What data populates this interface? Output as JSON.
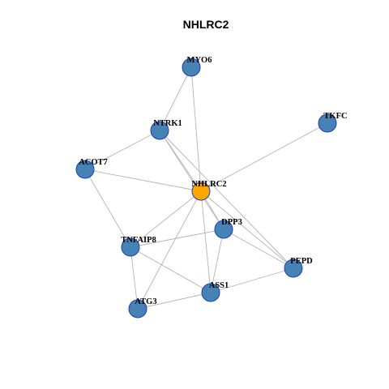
{
  "title": "NHLRC2",
  "colors": {
    "center_node": "#FFA500",
    "neighbor_node": "#4682B4",
    "node_border": "#1A3FB8",
    "edge": "#B4B4B4"
  },
  "nodes": [
    {
      "id": "MYO6",
      "label": "MYO6",
      "role": "neighbor"
    },
    {
      "id": "TKFC",
      "label": "TKFC",
      "role": "neighbor"
    },
    {
      "id": "NTRK1",
      "label": "NTRK1",
      "role": "neighbor"
    },
    {
      "id": "ACOT7",
      "label": "ACOT7",
      "role": "neighbor"
    },
    {
      "id": "NHLRC2",
      "label": "NHLRC2",
      "role": "center"
    },
    {
      "id": "DPP3",
      "label": "DPP3",
      "role": "neighbor"
    },
    {
      "id": "TNFAIP8",
      "label": "TNFAIP8",
      "role": "neighbor"
    },
    {
      "id": "PEPD",
      "label": "PEPD",
      "role": "neighbor"
    },
    {
      "id": "ASS1",
      "label": "ASS1",
      "role": "neighbor"
    },
    {
      "id": "ATG3",
      "label": "ATG3",
      "role": "neighbor"
    }
  ],
  "edges": [
    [
      "MYO6",
      "NTRK1"
    ],
    [
      "MYO6",
      "NHLRC2"
    ],
    [
      "TKFC",
      "NHLRC2"
    ],
    [
      "NTRK1",
      "ACOT7"
    ],
    [
      "NTRK1",
      "NHLRC2"
    ],
    [
      "NTRK1",
      "DPP3"
    ],
    [
      "NTRK1",
      "PEPD"
    ],
    [
      "ACOT7",
      "NHLRC2"
    ],
    [
      "ACOT7",
      "TNFAIP8"
    ],
    [
      "NHLRC2",
      "DPP3"
    ],
    [
      "NHLRC2",
      "TNFAIP8"
    ],
    [
      "NHLRC2",
      "PEPD"
    ],
    [
      "NHLRC2",
      "ASS1"
    ],
    [
      "NHLRC2",
      "ATG3"
    ],
    [
      "DPP3",
      "TNFAIP8"
    ],
    [
      "DPP3",
      "PEPD"
    ],
    [
      "DPP3",
      "ASS1"
    ],
    [
      "TNFAIP8",
      "ASS1"
    ],
    [
      "TNFAIP8",
      "ATG3"
    ],
    [
      "PEPD",
      "ASS1"
    ],
    [
      "ASS1",
      "ATG3"
    ]
  ]
}
